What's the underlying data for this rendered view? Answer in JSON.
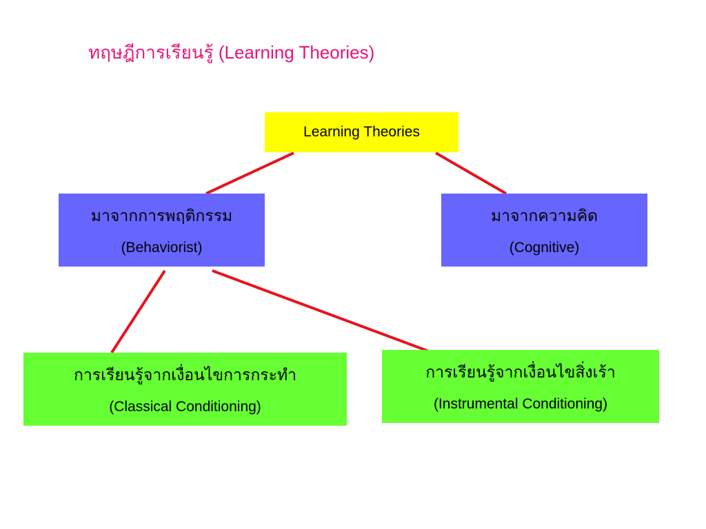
{
  "title": {
    "thai": "ทฤษฎีการเรียนรู้",
    "english": "(Learning Theories)"
  },
  "nodes": {
    "root": {
      "label": "Learning Theories"
    },
    "behaviorist": {
      "thai": "มาจากการพฤติกรรม",
      "english": "(Behaviorist)"
    },
    "cognitive": {
      "thai": "มาจากความคิด",
      "english": "(Cognitive)"
    },
    "classical": {
      "thai": "การเรียนรู้จากเงื่อนไขการกระทำ",
      "english": "(Classical Conditioning)"
    },
    "instrumental": {
      "thai": "การเรียนรู้จากเงื่อนไขสิ่งเร้า",
      "english": "(Instrumental Conditioning)"
    }
  },
  "colors": {
    "title": "#e8147a",
    "root_fill": "#ffff00",
    "category_fill": "#6666ff",
    "leaf_fill": "#66ff33",
    "connector": "#e6141e"
  }
}
